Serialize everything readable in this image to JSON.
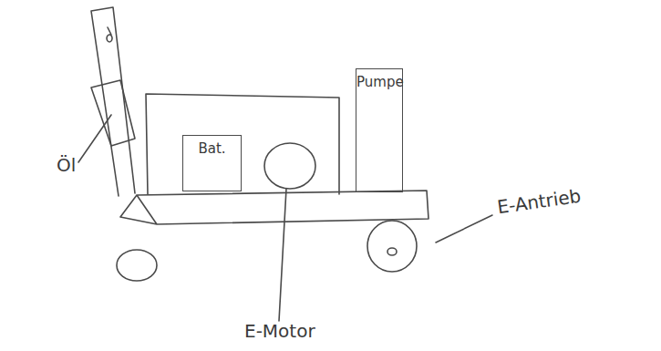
{
  "diagram": {
    "nodes": [
      {
        "text": [
          "Bat."
        ]
      },
      {
        "text": [
          "Pumpe"
        ]
      }
    ],
    "labels": [
      "Öl",
      "E-Motor",
      "E-Antrieb"
    ]
  }
}
